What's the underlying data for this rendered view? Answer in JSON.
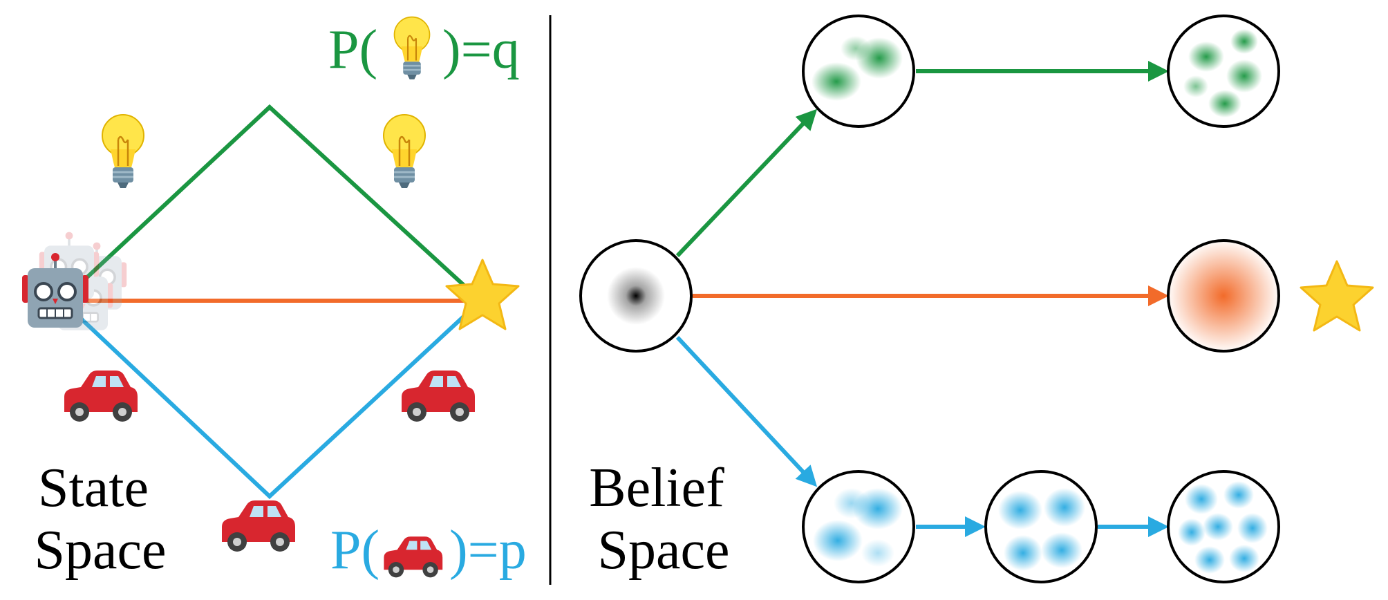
{
  "left_panel": {
    "title_line1": "State",
    "title_line2": "Space",
    "prob_bulb": {
      "prefix": "P(",
      "suffix": ")=q",
      "icon": "light-bulb-icon"
    },
    "prob_car": {
      "prefix": "P(",
      "suffix": ")=p",
      "icon": "red-car-icon"
    },
    "agent_icon": "robot-icon",
    "goal_icon": "star-icon"
  },
  "right_panel": {
    "title_line1": "Belief",
    "title_line2": "Space",
    "goal_icon": "star-icon"
  },
  "colors": {
    "green": "#1a9641",
    "orange": "#f26b2a",
    "blue": "#29aae1",
    "divider": "#000000",
    "star": "#fcd22f",
    "car": "#d8262f"
  }
}
